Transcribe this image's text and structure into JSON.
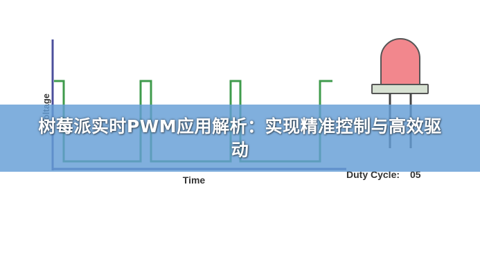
{
  "article_title": "树莓派实时PWM应用解析：实现精准控制与高效驱动",
  "diagram": {
    "y_axis_label": "Voltage",
    "x_axis_label": "Time",
    "duty_cycle_label": "Duty Cycle:",
    "duty_cycle_value": "05",
    "colors": {
      "axis": "#4b4f9c",
      "waveform": "#3f9b4c",
      "led_dome": "#f2878d",
      "led_dome_outline": "#555555",
      "led_base": "#d7e1d2",
      "led_legs": "#444444",
      "banner": "#649ed6"
    },
    "icons": [
      "pwm-waveform",
      "led-icon"
    ]
  }
}
